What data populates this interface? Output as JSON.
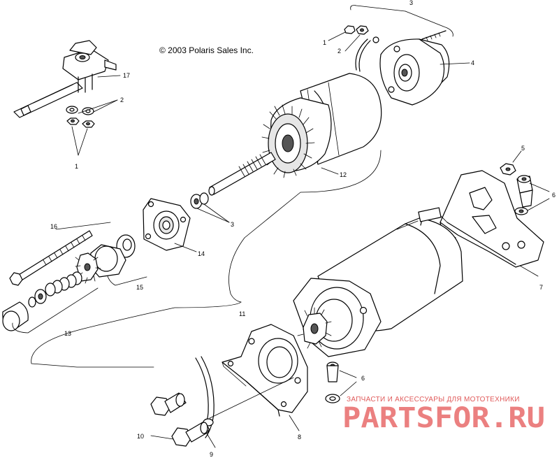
{
  "copyright": "© 2003 Polaris Sales Inc.",
  "watermark": {
    "tagline": "ЗАПЧАСТИ И АКСЕССУАРЫ ДЛЯ МОТОТЕХНИКИ",
    "brand": "PARTSFOR.RU"
  },
  "callouts": [
    {
      "id": "c-1a",
      "text": "1"
    },
    {
      "id": "c-2a",
      "text": "2"
    },
    {
      "id": "c-3a",
      "text": "3"
    },
    {
      "id": "c-4",
      "text": "4"
    },
    {
      "id": "c-17",
      "text": "17"
    },
    {
      "id": "c-2b",
      "text": "2"
    },
    {
      "id": "c-1b",
      "text": "1"
    },
    {
      "id": "c-12",
      "text": "12"
    },
    {
      "id": "c-5",
      "text": "5"
    },
    {
      "id": "c-6a",
      "text": "6"
    },
    {
      "id": "c-3b",
      "text": "3"
    },
    {
      "id": "c-16",
      "text": "16"
    },
    {
      "id": "c-14",
      "text": "14"
    },
    {
      "id": "c-15",
      "text": "15"
    },
    {
      "id": "c-7",
      "text": "7"
    },
    {
      "id": "c-11",
      "text": "11"
    },
    {
      "id": "c-13",
      "text": "13"
    },
    {
      "id": "c-6b",
      "text": "6"
    },
    {
      "id": "c-10",
      "text": "10"
    },
    {
      "id": "c-9",
      "text": "9"
    },
    {
      "id": "c-8",
      "text": "8"
    }
  ]
}
